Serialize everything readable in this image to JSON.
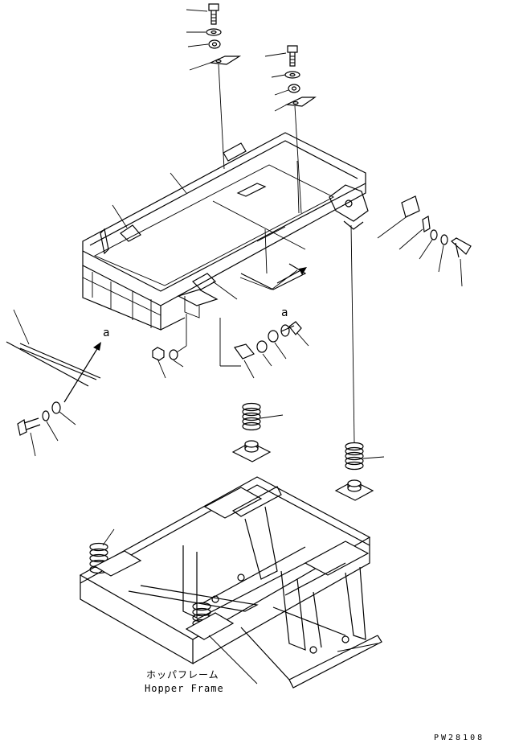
{
  "caption": {
    "japanese": "ホッパフレーム",
    "english": "Hopper Frame"
  },
  "detail_marks": [
    "a",
    "a"
  ],
  "drawing_code": "PW28108"
}
